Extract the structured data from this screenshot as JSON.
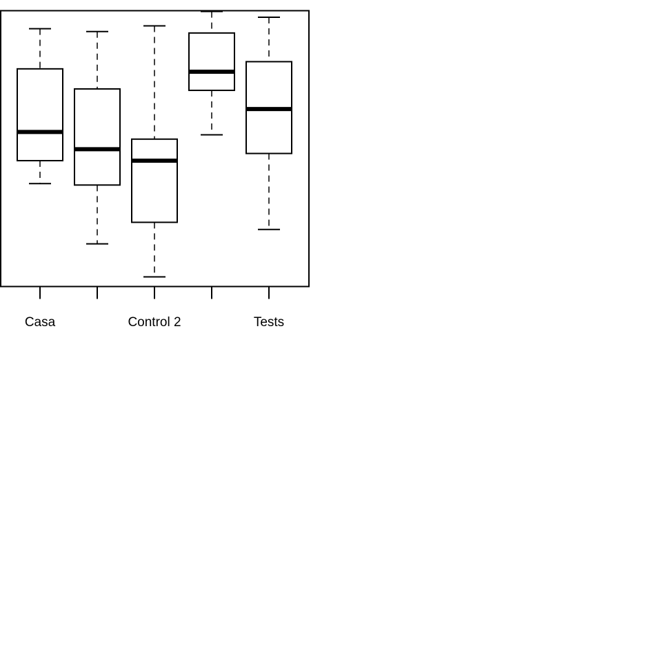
{
  "chart_data": {
    "type": "box",
    "categories": [
      "Casa",
      "",
      "Control 2",
      "",
      "Tests"
    ],
    "boxes": [
      {
        "whisker_low": 0.36,
        "q1": 0.44,
        "median": 0.54,
        "q3": 0.76,
        "whisker_high": 0.9
      },
      {
        "whisker_low": 0.15,
        "q1": 0.355,
        "median": 0.48,
        "q3": 0.69,
        "whisker_high": 0.89
      },
      {
        "whisker_low": 0.035,
        "q1": 0.225,
        "median": 0.44,
        "q3": 0.515,
        "whisker_high": 0.91
      },
      {
        "whisker_low": 0.53,
        "q1": 0.685,
        "median": 0.75,
        "q3": 0.885,
        "whisker_high": 0.96
      },
      {
        "whisker_low": 0.2,
        "q1": 0.465,
        "median": 0.62,
        "q3": 0.785,
        "whisker_high": 0.94
      }
    ],
    "title": "",
    "xlabel": "",
    "ylabel": "",
    "ylim": [
      0,
      1
    ],
    "grid": false,
    "y_axis_visible": false,
    "colors": {
      "box_stroke": "#000000",
      "box_fill": "#ffffff",
      "median": "#000000"
    }
  }
}
